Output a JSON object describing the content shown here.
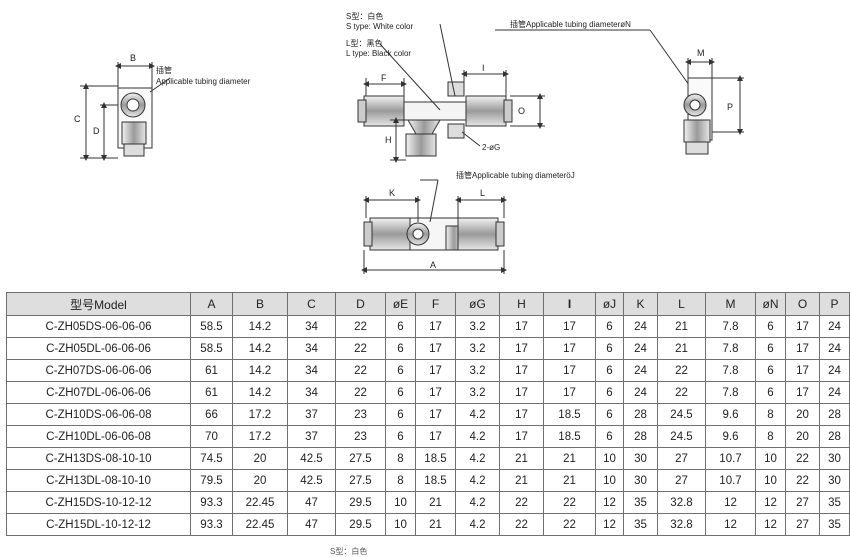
{
  "drawing_labels": {
    "s_type_cn": "S型：白色",
    "s_type_en": "S type: White color",
    "l_type_cn": "L型：黑色",
    "l_type_en": "L type: Black color",
    "tubing_n": "插管Applicable tubing diameterøN",
    "tubing_j": "插管Applicable tubing diameteröJ",
    "tubing_left_cn": "插管",
    "tubing_left_en": "Applicable tubing diameter",
    "dim_b": "B",
    "dim_c": "C",
    "dim_d": "D",
    "dim_f": "F",
    "dim_i": "I",
    "dim_o": "O",
    "dim_h": "H",
    "dim_g": "2-øG",
    "dim_m": "M",
    "dim_p": "P",
    "dim_k": "K",
    "dim_l": "L",
    "dim_a": "A"
  },
  "table": {
    "headers": [
      "型号Model",
      "A",
      "B",
      "C",
      "D",
      "øE",
      "F",
      "øG",
      "H",
      "I",
      "øJ",
      "K",
      "L",
      "M",
      "øN",
      "O",
      "P"
    ],
    "rows": [
      [
        "C-ZH05DS-06-06-06",
        "58.5",
        "14.2",
        "34",
        "22",
        "6",
        "17",
        "3.2",
        "17",
        "17",
        "6",
        "24",
        "21",
        "7.8",
        "6",
        "17",
        "24"
      ],
      [
        "C-ZH05DL-06-06-06",
        "58.5",
        "14.2",
        "34",
        "22",
        "6",
        "17",
        "3.2",
        "17",
        "17",
        "6",
        "24",
        "21",
        "7.8",
        "6",
        "17",
        "24"
      ],
      [
        "C-ZH07DS-06-06-06",
        "61",
        "14.2",
        "34",
        "22",
        "6",
        "17",
        "3.2",
        "17",
        "17",
        "6",
        "24",
        "22",
        "7.8",
        "6",
        "17",
        "24"
      ],
      [
        "C-ZH07DL-06-06-06",
        "61",
        "14.2",
        "34",
        "22",
        "6",
        "17",
        "3.2",
        "17",
        "17",
        "6",
        "24",
        "22",
        "7.8",
        "6",
        "17",
        "24"
      ],
      [
        "C-ZH10DS-06-06-08",
        "66",
        "17.2",
        "37",
        "23",
        "6",
        "17",
        "4.2",
        "17",
        "18.5",
        "6",
        "28",
        "24.5",
        "9.6",
        "8",
        "20",
        "28"
      ],
      [
        "C-ZH10DL-06-06-08",
        "70",
        "17.2",
        "37",
        "23",
        "6",
        "17",
        "4.2",
        "17",
        "18.5",
        "6",
        "28",
        "24.5",
        "9.6",
        "8",
        "20",
        "28"
      ],
      [
        "C-ZH13DS-08-10-10",
        "74.5",
        "20",
        "42.5",
        "27.5",
        "8",
        "18.5",
        "4.2",
        "21",
        "21",
        "10",
        "30",
        "27",
        "10.7",
        "10",
        "22",
        "30"
      ],
      [
        "C-ZH13DL-08-10-10",
        "79.5",
        "20",
        "42.5",
        "27.5",
        "8",
        "18.5",
        "4.2",
        "21",
        "21",
        "10",
        "30",
        "27",
        "10.7",
        "10",
        "22",
        "30"
      ],
      [
        "C-ZH15DS-10-12-12",
        "93.3",
        "22.45",
        "47",
        "29.5",
        "10",
        "21",
        "4.2",
        "22",
        "22",
        "12",
        "35",
        "32.8",
        "12",
        "12",
        "27",
        "35"
      ],
      [
        "C-ZH15DL-10-12-12",
        "93.3",
        "22.45",
        "47",
        "29.5",
        "10",
        "21",
        "4.2",
        "22",
        "22",
        "12",
        "35",
        "32.8",
        "12",
        "12",
        "27",
        "35"
      ]
    ]
  },
  "bottom_fragment": "S型：白色"
}
